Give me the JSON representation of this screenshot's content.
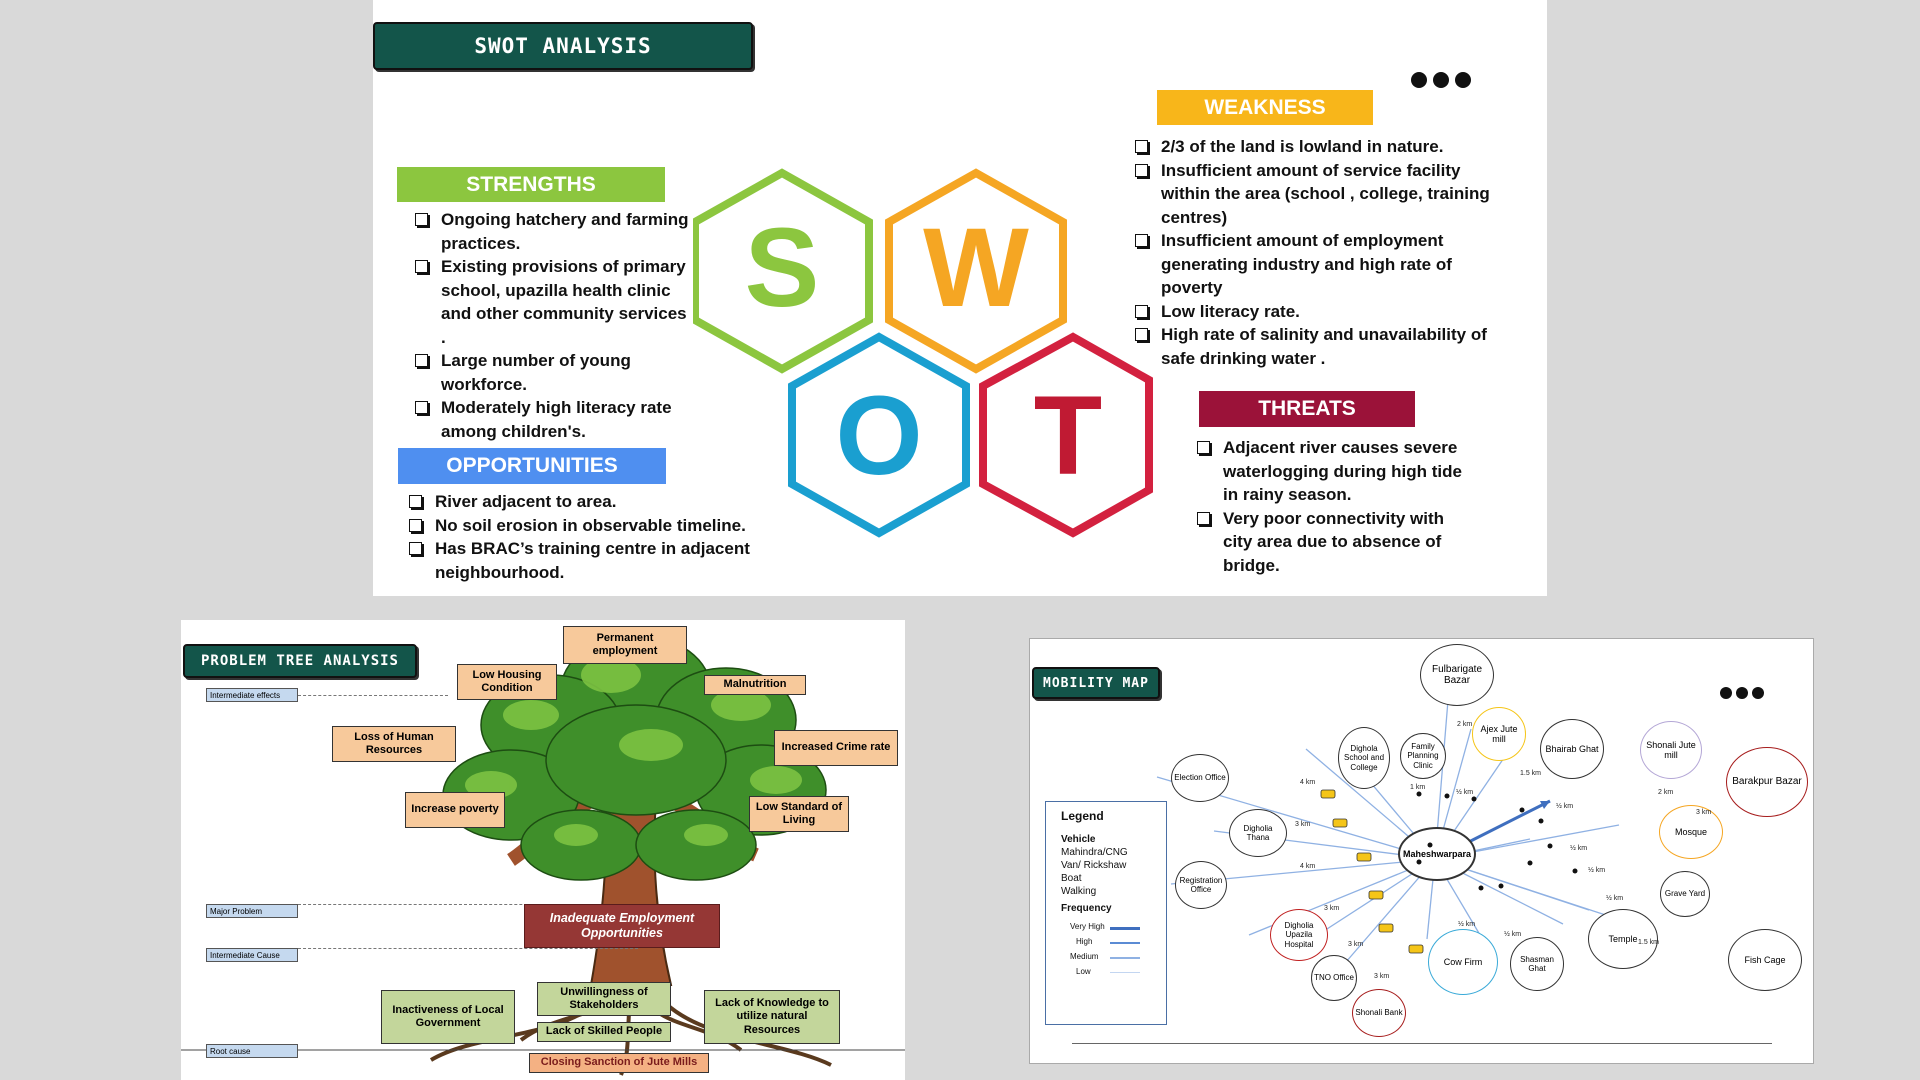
{
  "swot": {
    "header": "SWOT ANALYSIS",
    "letters": {
      "s": "S",
      "w": "W",
      "o": "O",
      "t": "T"
    },
    "colors": {
      "s": "#8cc63f",
      "w": "#f5a623",
      "o": "#1a9fd0",
      "t": "#d3213f",
      "strengths": "#8cc63f",
      "weakness": "#f8b61a",
      "opportunities": "#4f8ff0",
      "threats": "#9b1239"
    },
    "strengths": {
      "title": "STRENGTHS",
      "items": [
        "Ongoing hatchery and farming practices.",
        "Existing provisions of primary school, upazilla health clinic and other community services .",
        "Large number of young workforce.",
        "Moderately high literacy rate among children's."
      ]
    },
    "weakness": {
      "title": "WEAKNESS",
      "items": [
        "2/3 of the land is lowland in nature.",
        "Insufficient amount of service facility within the area (school , college, training centres)",
        "Insufficient amount of employment generating industry and high rate of poverty",
        "Low literacy rate.",
        "High rate of salinity and unavailability of safe drinking water ."
      ]
    },
    "opportunities": {
      "title": "OPPORTUNITIES",
      "items": [
        "River adjacent to area.",
        "No soil erosion in observable timeline.",
        "Has BRAC’s training centre in adjacent neighbourhood."
      ]
    },
    "threats": {
      "title": "THREATS",
      "items": [
        "Adjacent river causes severe waterlogging during high tide in rainy season.",
        "Very poor connectivity with city area due to absence of bridge."
      ]
    }
  },
  "tree": {
    "header": "PROBLEM TREE ANALYSIS",
    "side_labels": {
      "effects": "Intermediate effects",
      "major": "Major Problem",
      "cause": "Intermediate  Cause",
      "root": "Root cause"
    },
    "effects": {
      "permanent": "Permanent employment",
      "housing": "Low Housing Condition",
      "malnutrition": "Malnutrition",
      "loss": "Loss of Human Resources",
      "crime": "Increased Crime rate",
      "poverty": "Increase poverty",
      "living": "Low Standard of Living"
    },
    "major_problem": "Inadequate Employment Opportunities",
    "causes": {
      "local_gov": "Inactiveness of Local Government",
      "stakeholders": "Unwillingness of Stakeholders",
      "knowledge": "Lack of Knowledge to utilize natural Resources",
      "skilled": "Lack of Skilled People"
    },
    "root": "Closing Sanction of Jute Mills"
  },
  "mobility": {
    "header": "MOBILITY MAP",
    "center": "Maheshwarpara",
    "nodes": {
      "fulbarigate": "Fulbarigate Bazar",
      "ajex": "Ajex Jute mill",
      "bhairab": "Bhairab Ghat",
      "shonali_jute": "Shonali Jute mill",
      "barakpur": "Barakpur Bazar",
      "digholia_school": "Dighola School and College",
      "family": "Family Planning Clinic",
      "election": "Election Office",
      "thana": "Digholia Thana",
      "registration": "Registration Office",
      "hospital": "Digholia Upazila Hospital",
      "tno": "TNO Office",
      "shonali_bank": "Shonali Bank",
      "cow": "Cow Firm",
      "shasman": "Shasman Ghat",
      "temple": "Temple",
      "mosque": "Mosque",
      "grave": "Grave Yard",
      "fish": "Fish Cage"
    },
    "distances": {
      "d1": "2 km",
      "d2": "1.5 km",
      "d3": "4 km",
      "d4": "1 km",
      "d5": "½ km",
      "d6": "½ km",
      "d7": "2 km",
      "d8": "3 km",
      "d9": "3 km",
      "d10": "4 km",
      "d11": "3 km",
      "d12": "3 km",
      "d13": "3 km",
      "d14": "½ km",
      "d15": "½ km",
      "d16": "½ km",
      "d17": "1.5 km",
      "d18": "½ km",
      "d19": "½ km"
    },
    "legend": {
      "title": "Legend",
      "vehicle_title": "Vehicle",
      "vehicles": [
        "Mahindra/CNG",
        "Van/ Rickshaw",
        "Boat",
        "Walking"
      ],
      "frequency_title": "Frequency",
      "frequency": [
        "Very High",
        "High",
        "Medium",
        "Low"
      ],
      "frequency_colors": [
        "#3f6fbf",
        "#5b8bd4",
        "#8fb1e3",
        "#c3d6f1"
      ]
    }
  }
}
